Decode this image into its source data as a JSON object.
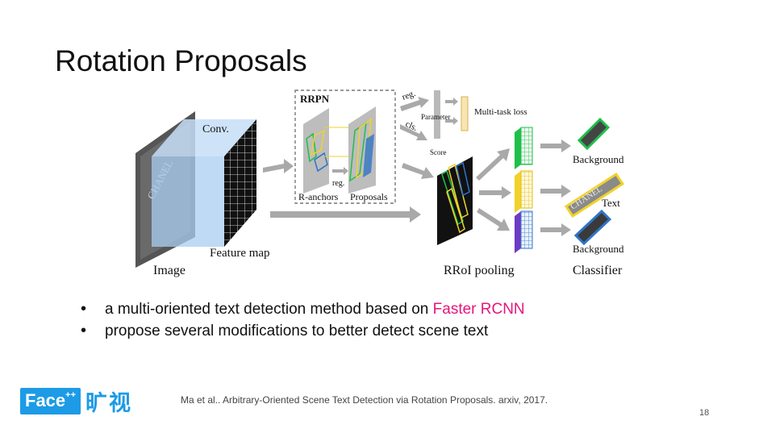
{
  "slide": {
    "title": "Rotation Proposals",
    "page_number": "18"
  },
  "diagram": {
    "rrpn_label": "RRPN",
    "conv_label": "Conv.",
    "image_label": "Image",
    "feature_map_label": "Feature map",
    "r_anchors_label": "R-anchors",
    "proposals_label": "Proposals",
    "reg_small_label": "reg.",
    "reg_label": "reg.",
    "cls_label": "cls.",
    "parameter_label": "Parameter",
    "score_label": "Score",
    "multitask_loss_label": "Multi-task loss",
    "rroi_pooling_label": "RRoI pooling",
    "classifier_label": "Classifier",
    "background_top_label": "Background",
    "text_label": "Text",
    "background_bottom_label": "Background",
    "channel_text": "CHANEL",
    "colors": {
      "green": "#1fbf4a",
      "yellow": "#f1d22a",
      "blue": "#2f74c9",
      "arrow": "#a9a9a9",
      "cube": "#a9cdf2"
    }
  },
  "bullets": {
    "item1_prefix": "a multi-oriented text detection method based on ",
    "item1_highlight": "Faster RCNN",
    "item2": "propose several modifications to better detect scene text",
    "bullet_symbol": "•"
  },
  "footer": {
    "logo_text": "Face",
    "logo_sup": "++",
    "logo_cn": "旷视",
    "citation": "Ma et al.. Arbitrary-Oriented Scene Text Detection via Rotation Proposals. arxiv, 2017."
  }
}
